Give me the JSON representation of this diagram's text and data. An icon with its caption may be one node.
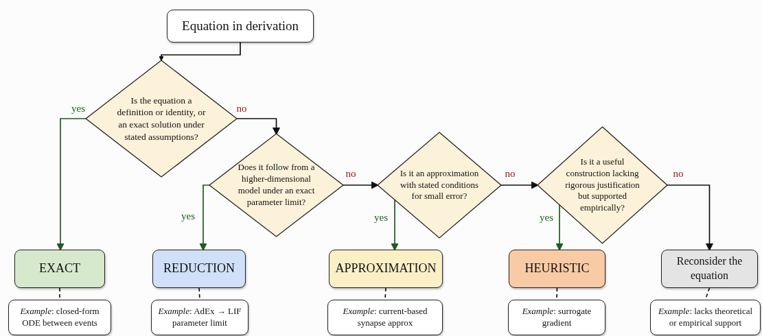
{
  "diagram": {
    "nodes": [
      {
        "text": [
          "Equation in derivation"
        ]
      },
      {
        "text": [
          "Is the equation a definition or identity, or an exact solution under stated assumptions?"
        ]
      },
      {
        "text": [
          "Does it follow from a higher-dimensional model under an exact parameter limit?"
        ]
      },
      {
        "text": [
          "Is it an approximation with stated conditions for small error?"
        ]
      },
      {
        "text": [
          "Is it a useful construction lacking rigorous justification but supported empirically?"
        ]
      },
      {
        "text": [
          "EXACT"
        ]
      },
      {
        "text": [
          "REDUCTION"
        ]
      },
      {
        "text": [
          "APPROXIMATION"
        ]
      },
      {
        "text": [
          "HEURISTIC"
        ]
      },
      {
        "text": [
          "Reconsider the equation"
        ]
      },
      {
        "text": [
          "*Example*: closed-form ODE between events"
        ]
      },
      {
        "text": [
          "*Example*: AdEx → LIF parameter limit"
        ]
      },
      {
        "text": [
          "*Example*: current-based synapse approx"
        ]
      },
      {
        "text": [
          "*Example*: surrogate gradient"
        ]
      },
      {
        "text": [
          "*Example*: lacks theoretical or empirical support"
        ]
      }
    ],
    "edges": [
      {
        "from": 0,
        "to": 1,
        "arrow": "to"
      },
      {
        "from": 1,
        "to": 5,
        "arrow": "to",
        "label": "yes",
        "color": "#1f5a1f"
      },
      {
        "from": 1,
        "to": 2,
        "arrow": "to",
        "label": "no"
      },
      {
        "from": 2,
        "to": 6,
        "arrow": "to",
        "label": "yes",
        "color": "#1f5a1f"
      },
      {
        "from": 2,
        "to": 3,
        "arrow": "to",
        "label": "no"
      },
      {
        "from": 3,
        "to": 7,
        "arrow": "to",
        "label": "yes",
        "color": "#1f5a1f"
      },
      {
        "from": 3,
        "to": 4,
        "arrow": "to",
        "label": "no"
      },
      {
        "from": 4,
        "to": 8,
        "arrow": "to",
        "label": "yes",
        "color": "#1f5a1f"
      },
      {
        "from": 4,
        "to": 9,
        "arrow": "to",
        "label": "no"
      },
      {
        "from": 5,
        "to": 10,
        "arrow": "none",
        "style": "dashed"
      },
      {
        "from": 6,
        "to": 11,
        "arrow": "none",
        "style": "dashed"
      },
      {
        "from": 7,
        "to": 12,
        "arrow": "none",
        "style": "dashed"
      },
      {
        "from": 8,
        "to": 13,
        "arrow": "none",
        "style": "dashed"
      },
      {
        "from": 9,
        "to": 14,
        "arrow": "none",
        "style": "dashed"
      }
    ]
  }
}
